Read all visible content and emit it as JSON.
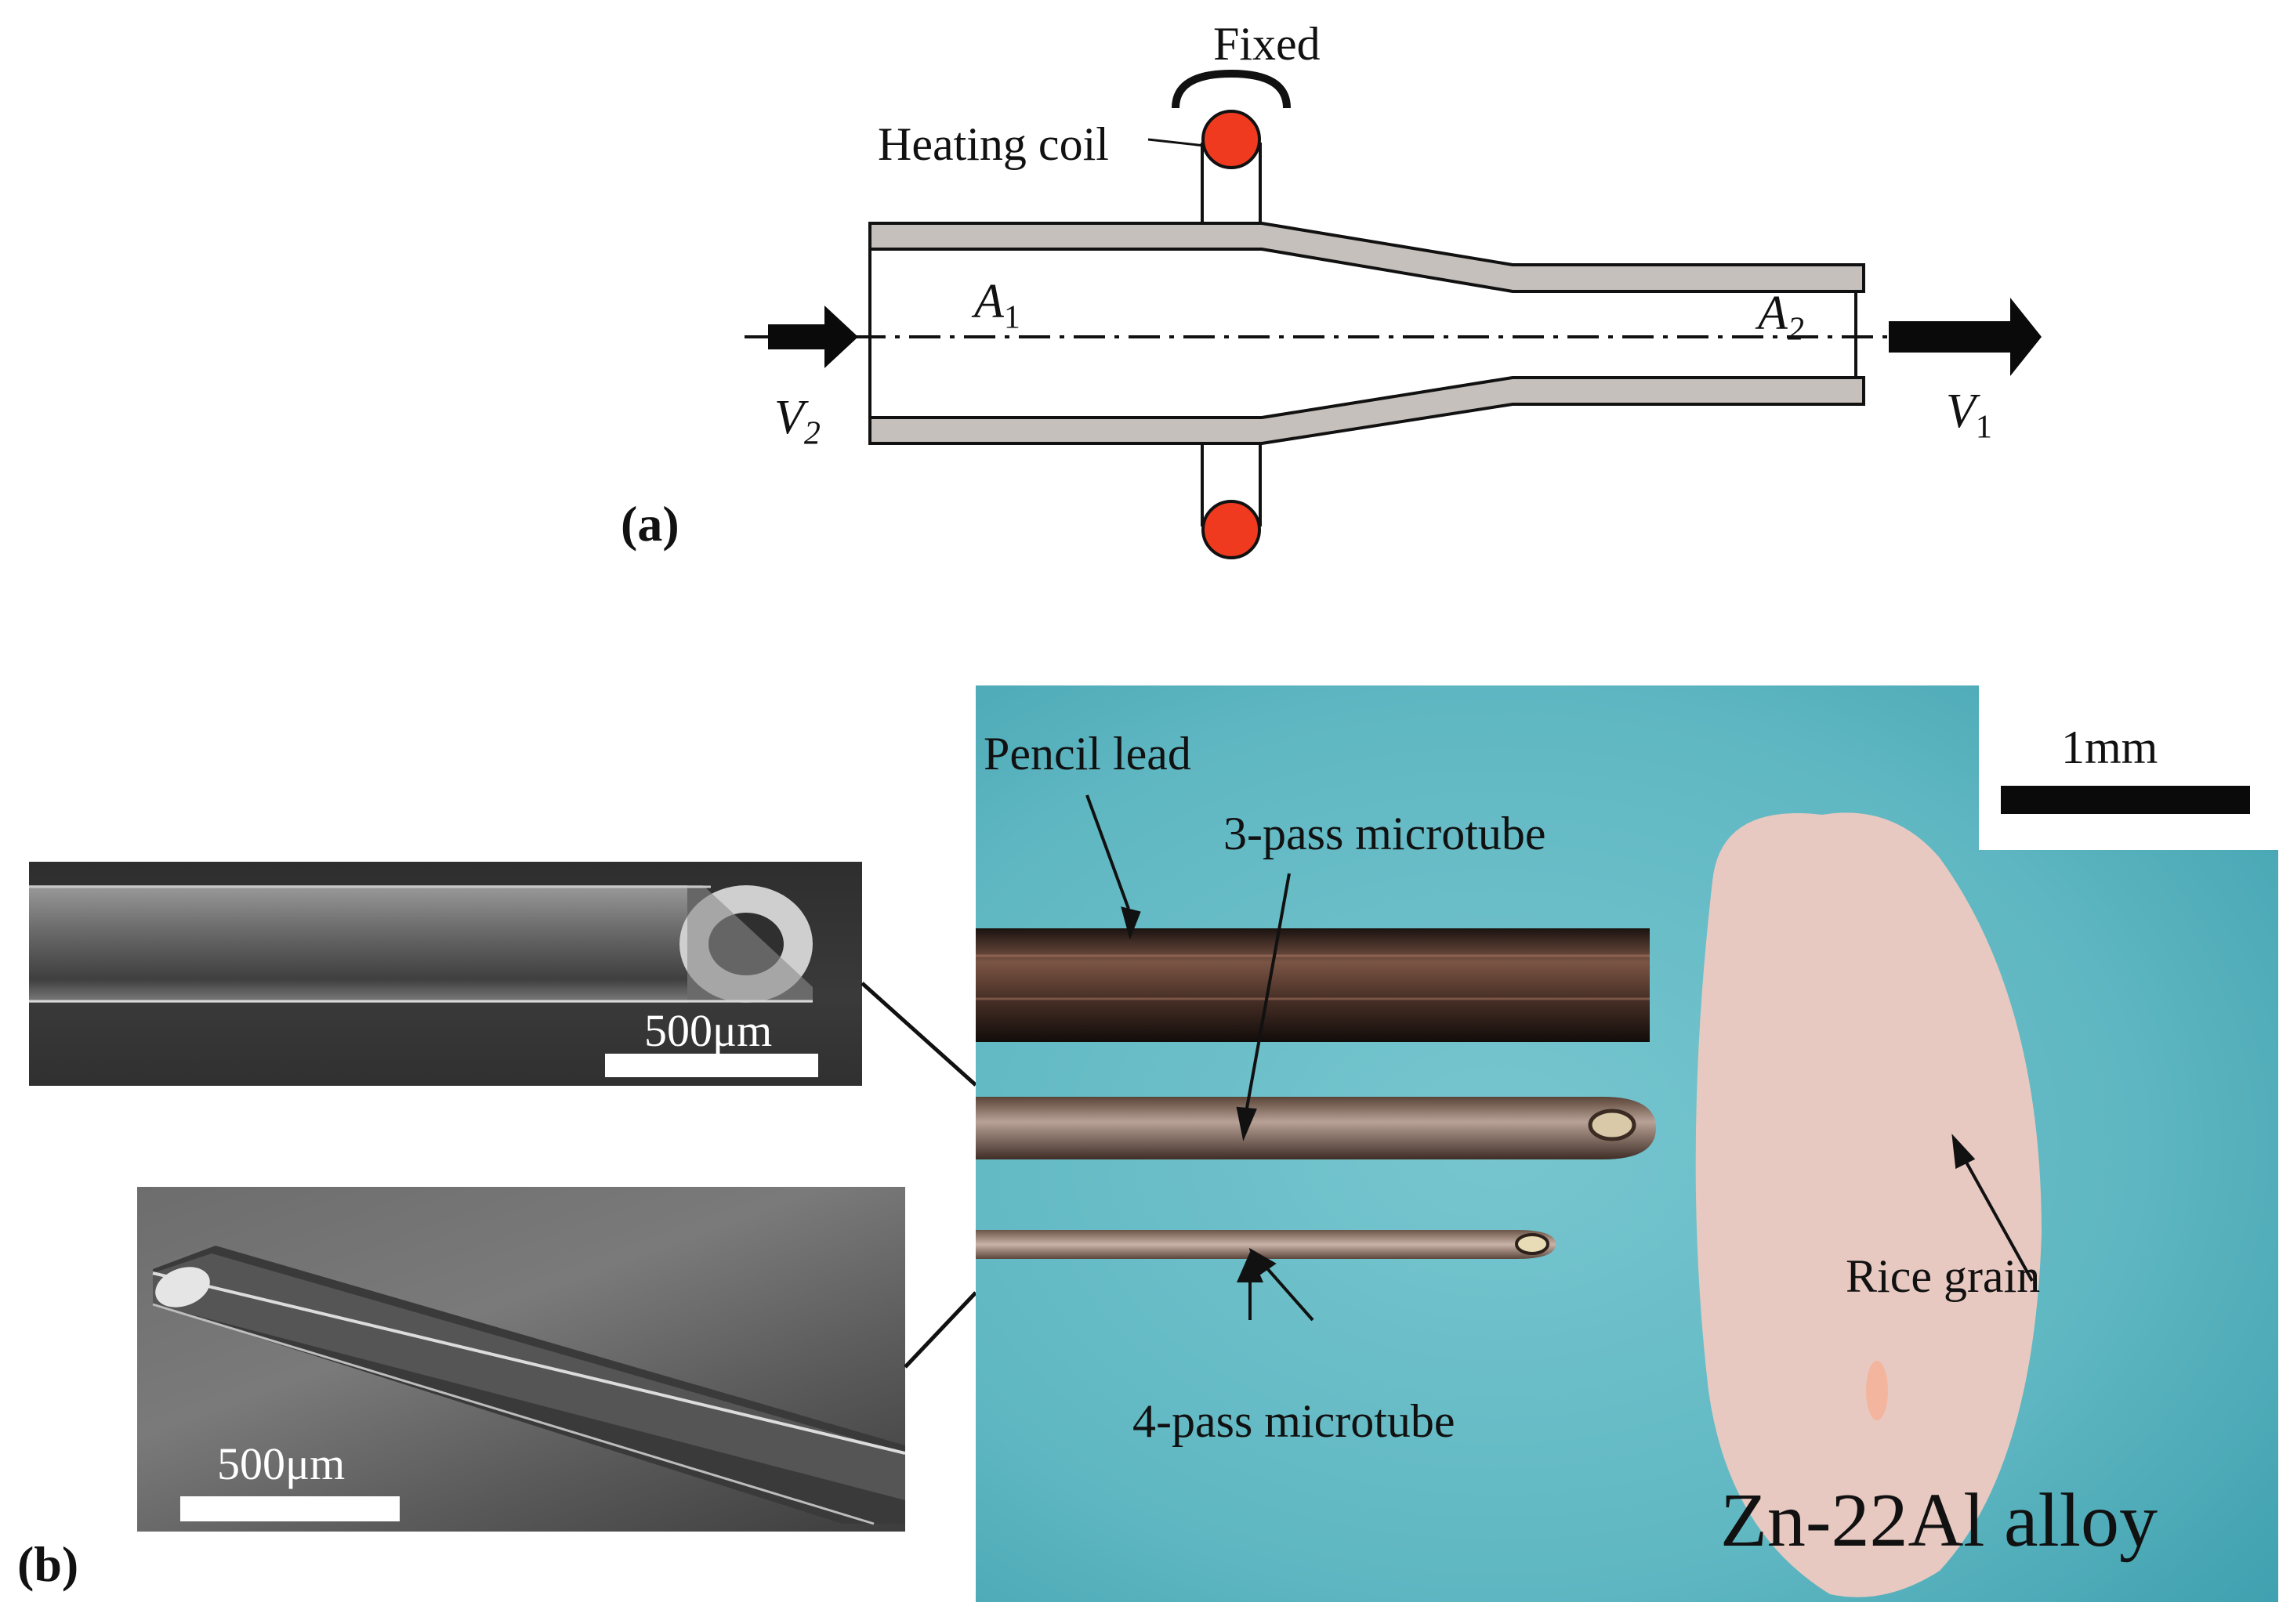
{
  "panel_a": {
    "label": "(a)",
    "fixed_label": "Fixed",
    "heating_coil_label": "Heating coil",
    "area_in": {
      "base": "A",
      "sub": "1"
    },
    "area_out": {
      "base": "A",
      "sub": "2"
    },
    "velocity_in": {
      "base": "V",
      "sub": "2"
    },
    "velocity_out": {
      "base": "V",
      "sub": "1"
    },
    "colors": {
      "tube_wall": "#c5c0bb",
      "coil": "#ef3a1f",
      "arrow": "#0a0a0a"
    }
  },
  "panel_b": {
    "label": "(b)",
    "sem_top_scale": "500μm",
    "sem_bottom_scale": "500μm",
    "photo_scale": "1mm",
    "pencil_lead": "Pencil lead",
    "microtube_3pass": "3-pass microtube",
    "microtube_4pass": "4-pass microtube",
    "rice_grain": "Rice grain",
    "alloy": "Zn-22Al alloy",
    "colors": {
      "background_photo": "#5fb7c2",
      "rice": "#e7c9c1",
      "pencil": "#5a3b2e",
      "tube": "#8f6e5c"
    }
  }
}
